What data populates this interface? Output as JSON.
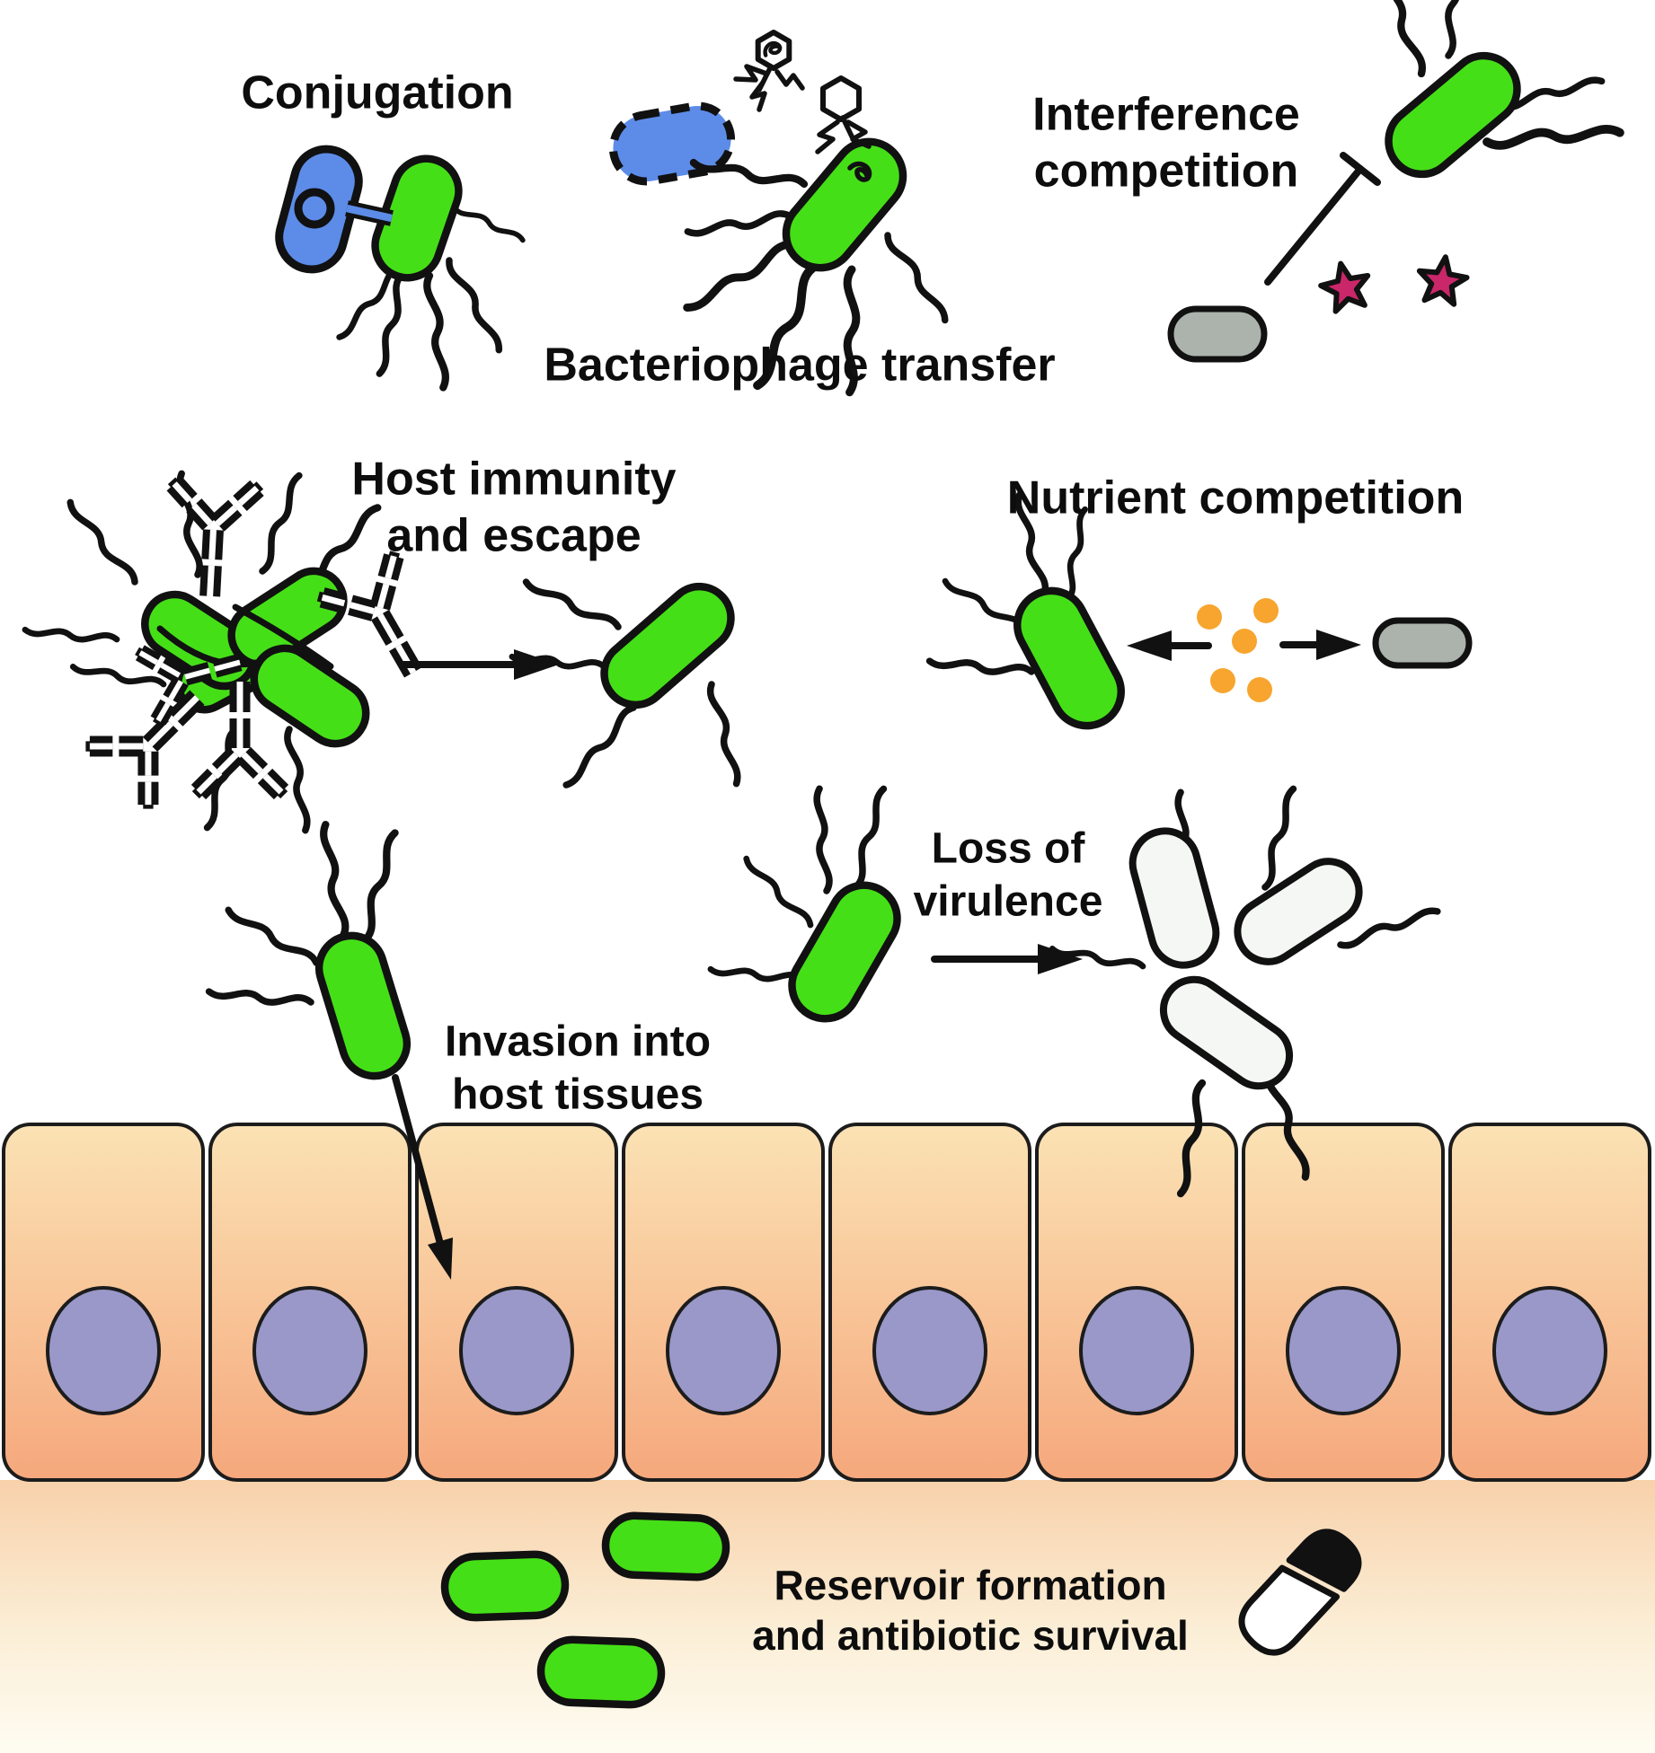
{
  "figure": {
    "labels": {
      "conjugation": "Conjugation",
      "bacteriophage_transfer": "Bacteriophage transfer",
      "interference_line1": "Interference",
      "interference_line2": "competition",
      "host_immunity_line1": "Host immunity",
      "host_immunity_line2": "and escape",
      "nutrient_competition": "Nutrient competition",
      "loss_line1": "Loss of",
      "loss_line2": "virulence",
      "invasion_line1": "Invasion into",
      "invasion_line2": "host tissues",
      "reservoir_line1": "Reservoir formation",
      "reservoir_line2": "and antibiotic survival"
    },
    "colors": {
      "virulent_green": "#45DF17",
      "donor_blue": "#5C8CE8",
      "competitor_gray": "#ABB3AC",
      "toxin_pink": "#C9276A",
      "nutrient_orange": "#F7A52E",
      "avirulent_white": "#F4F7F3",
      "nucleus_purple": "#9A98C9",
      "cell_top": "#FBE2B4",
      "cell_bottom": "#F5A87C",
      "tissue_bg_top": "#F8D1AA",
      "tissue_bg_mid": "#FBEED6",
      "tissue_bg_bottom": "#FEFCF2",
      "outline_black": "#111111"
    },
    "counts": {
      "epithelial_cells": 8,
      "cell_nuclei": 8,
      "nutrient_dots": 5,
      "toxin_stars": 2,
      "reservoir_bacteria": 3,
      "avirulent_bacteria": 3,
      "antibodies": 5,
      "bacteriophages": 2
    },
    "icons": [
      "bacterium-rod-icon",
      "flagellum-icon",
      "bacteriophage-icon",
      "antibody-icon",
      "plasmid-circle-icon",
      "pilus-icon",
      "toxin-star-icon",
      "nutrient-dot-icon",
      "antibiotic-capsule-icon",
      "epithelial-cell-icon",
      "nucleus-icon",
      "dna-squiggle-icon",
      "inhibition-arrow-icon",
      "arrow-icon"
    ]
  }
}
